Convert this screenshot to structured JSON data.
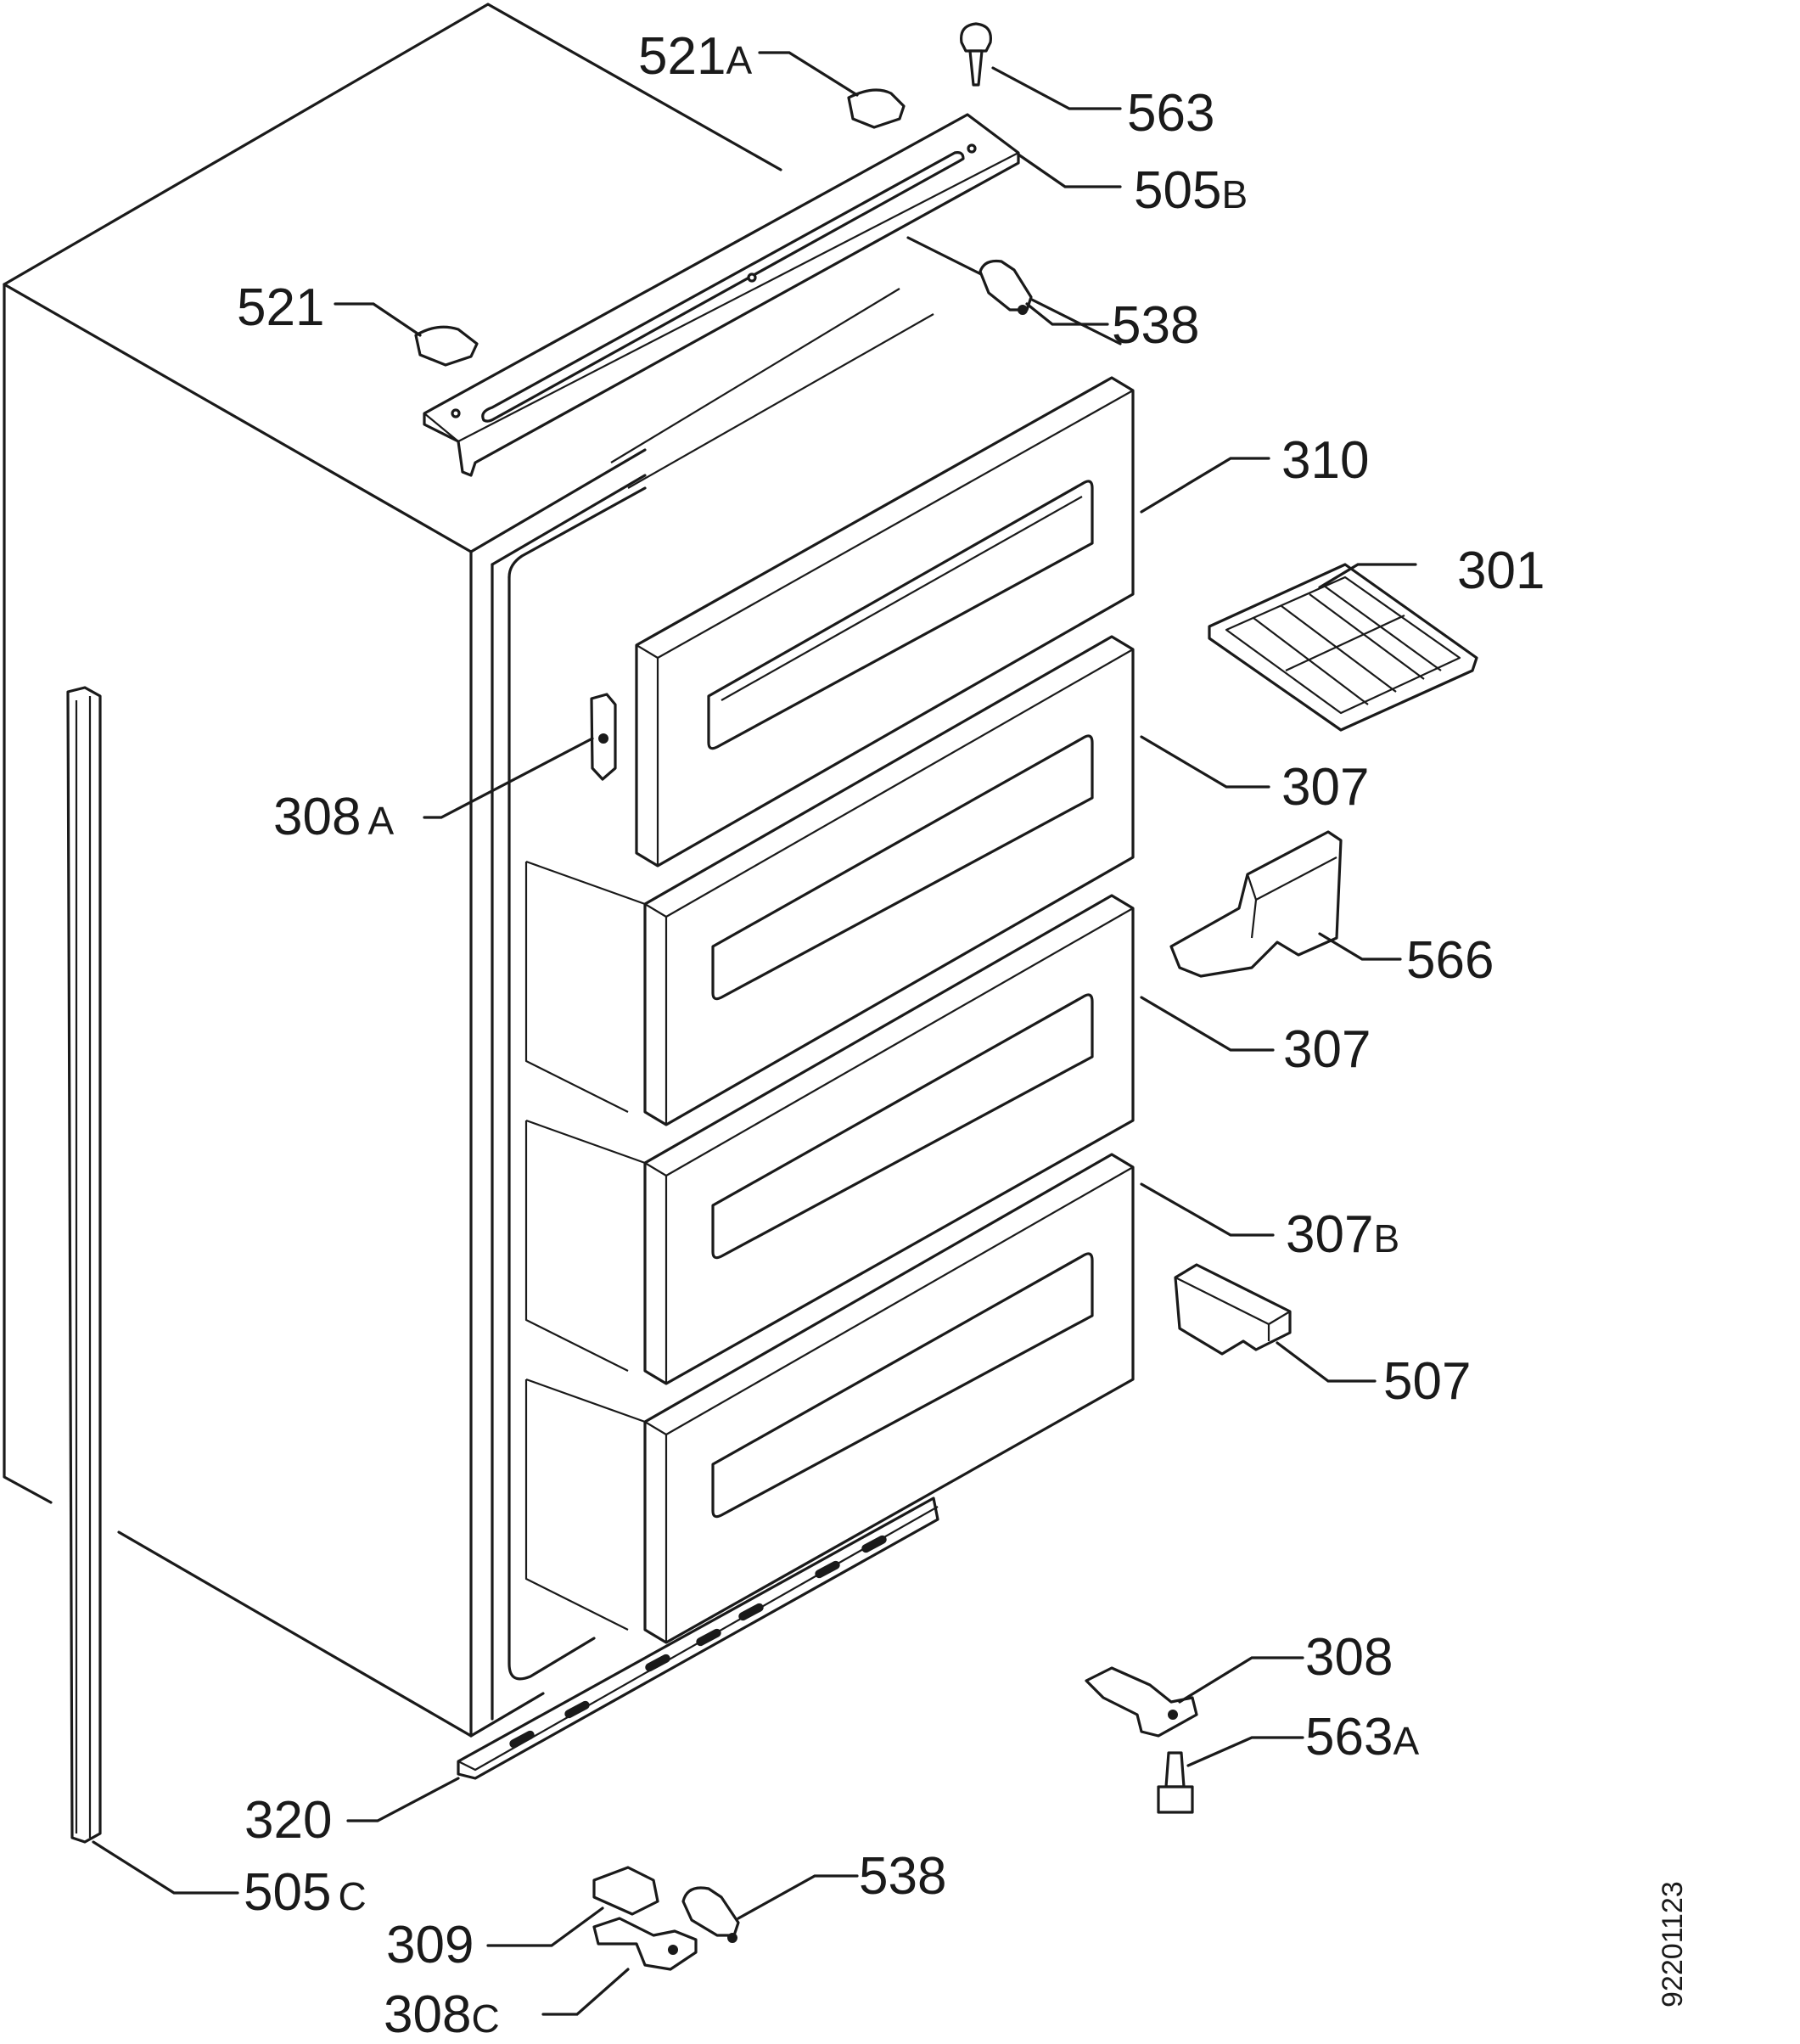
{
  "doc_number": "92201123",
  "callouts": [
    {
      "id": "521A",
      "num": "521",
      "suffix": "A"
    },
    {
      "id": "563",
      "num": "563",
      "suffix": ""
    },
    {
      "id": "505B",
      "num": "505",
      "suffix": "B"
    },
    {
      "id": "521",
      "num": "521",
      "suffix": ""
    },
    {
      "id": "538-top",
      "num": "538",
      "suffix": ""
    },
    {
      "id": "310",
      "num": "310",
      "suffix": ""
    },
    {
      "id": "301",
      "num": "301",
      "suffix": ""
    },
    {
      "id": "307-a",
      "num": "307",
      "suffix": ""
    },
    {
      "id": "308A",
      "num": "308",
      "suffix": "A"
    },
    {
      "id": "566",
      "num": "566",
      "suffix": ""
    },
    {
      "id": "307-b",
      "num": "307",
      "suffix": ""
    },
    {
      "id": "307B",
      "num": "307",
      "suffix": "B"
    },
    {
      "id": "507",
      "num": "507",
      "suffix": ""
    },
    {
      "id": "308",
      "num": "308",
      "suffix": ""
    },
    {
      "id": "563A",
      "num": "563",
      "suffix": "A"
    },
    {
      "id": "320",
      "num": "320",
      "suffix": ""
    },
    {
      "id": "505C",
      "num": "505",
      "suffix": "C"
    },
    {
      "id": "538-bottom",
      "num": "538",
      "suffix": ""
    },
    {
      "id": "309",
      "num": "309",
      "suffix": ""
    },
    {
      "id": "308C",
      "num": "308",
      "suffix": "C"
    }
  ]
}
